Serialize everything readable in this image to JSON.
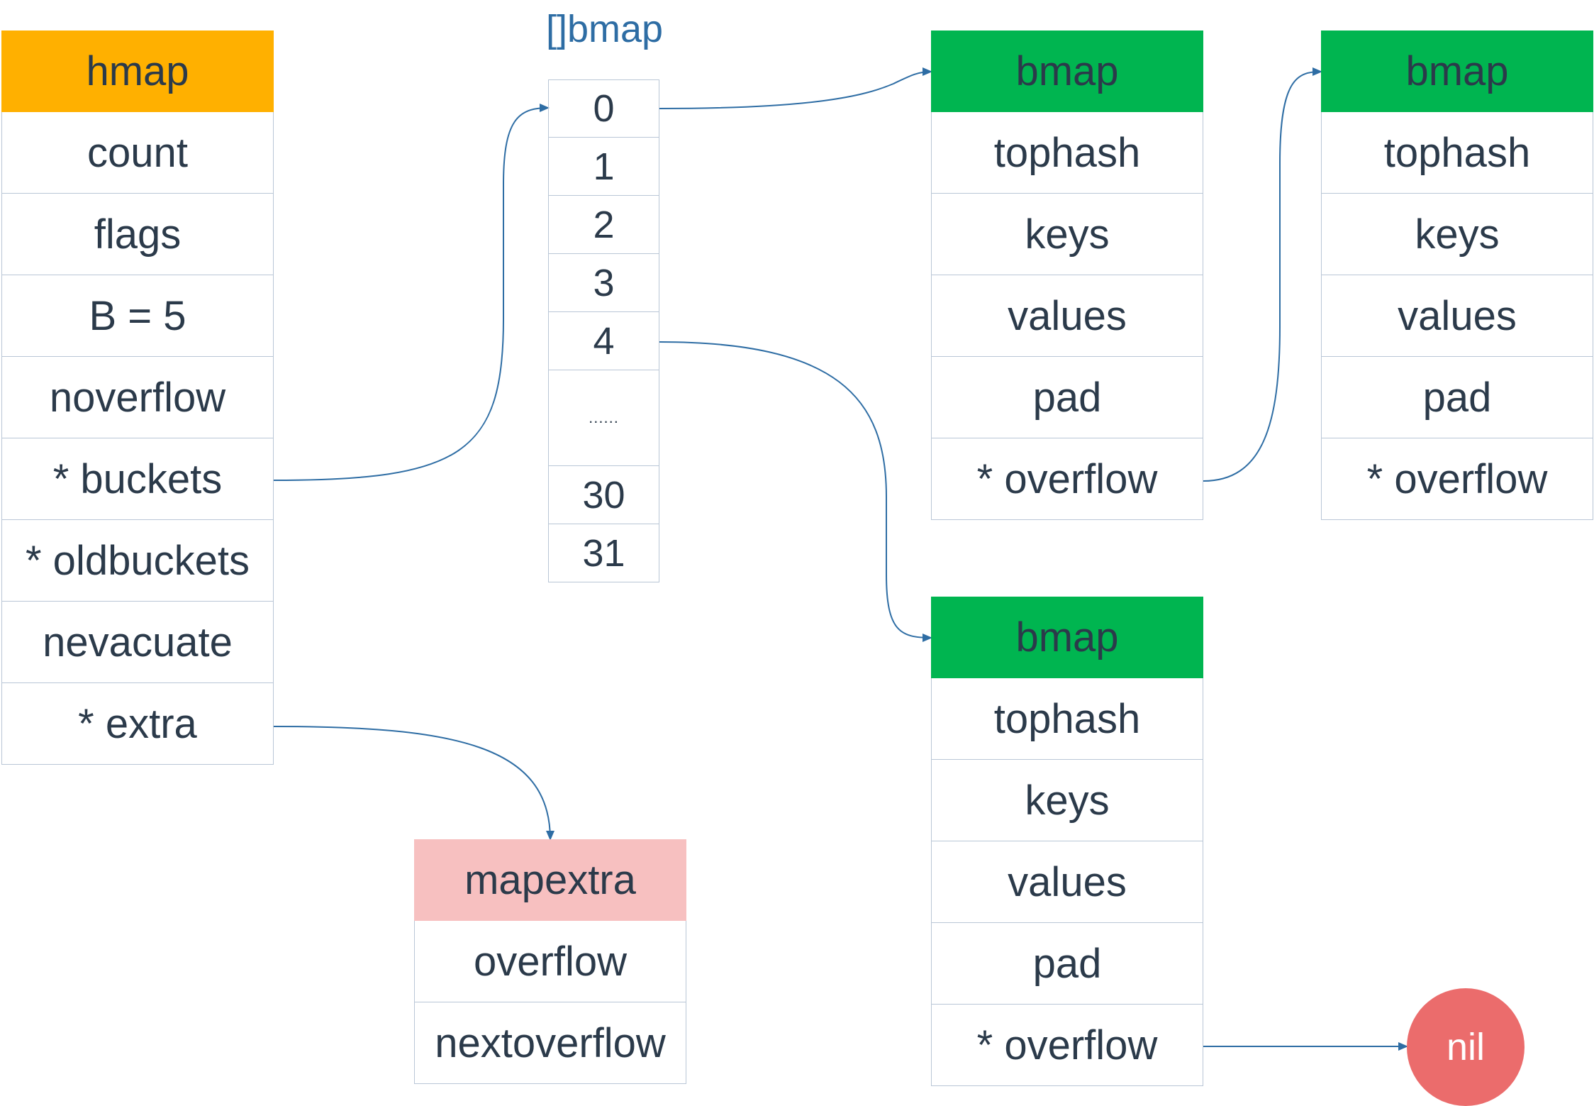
{
  "hmap": {
    "title": "hmap",
    "fields": [
      "count",
      "flags",
      "B = 5",
      "noverflow",
      "* buckets",
      "* oldbuckets",
      "nevacuate",
      "* extra"
    ]
  },
  "bucket_array": {
    "title": "[]bmap",
    "indices": [
      "0",
      "1",
      "2",
      "3",
      "4",
      "......",
      "30",
      "31"
    ]
  },
  "bmap_top": {
    "title": "bmap",
    "fields": [
      "tophash",
      "keys",
      "values",
      "pad",
      "* overflow"
    ]
  },
  "bmap_overflow": {
    "title": "bmap",
    "fields": [
      "tophash",
      "keys",
      "values",
      "pad",
      "* overflow"
    ]
  },
  "bmap_bottom": {
    "title": "bmap",
    "fields": [
      "tophash",
      "keys",
      "values",
      "pad",
      "* overflow"
    ]
  },
  "mapextra": {
    "title": "mapextra",
    "fields": [
      "overflow",
      "nextoverflow"
    ]
  },
  "nil_label": "nil",
  "colors": {
    "hmap_header": "#ffb000",
    "bmap_header": "#00b550",
    "mapextra_header": "#f7c0c0",
    "nil_fill": "#eb6c6c",
    "connector": "#2e6da4",
    "border": "#b9c6d6"
  }
}
